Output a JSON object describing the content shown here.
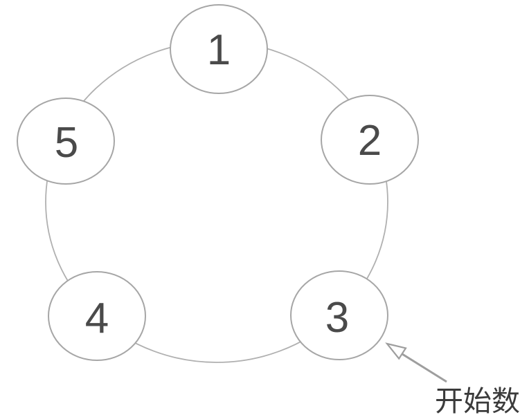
{
  "diagram": {
    "kind": "circular-counting-diagram",
    "node_count": 5,
    "arrangement": "clockwise starting at top",
    "nodes": [
      {
        "label": "1",
        "position": "top"
      },
      {
        "label": "2",
        "position": "right"
      },
      {
        "label": "3",
        "position": "bottom-right"
      },
      {
        "label": "4",
        "position": "bottom-left"
      },
      {
        "label": "5",
        "position": "left"
      }
    ],
    "annotation": {
      "label": "开始数",
      "target_node_label": "3"
    }
  },
  "colors": {
    "background": "#ffffff",
    "ring-stroke": "#b0b0b0",
    "node-stroke": "#a6a6a6",
    "node-fill": "#ffffff",
    "number-color": "#4a4a4a",
    "arrow-color": "#9e9e9e",
    "annotation-color": "#3b3b3b"
  }
}
